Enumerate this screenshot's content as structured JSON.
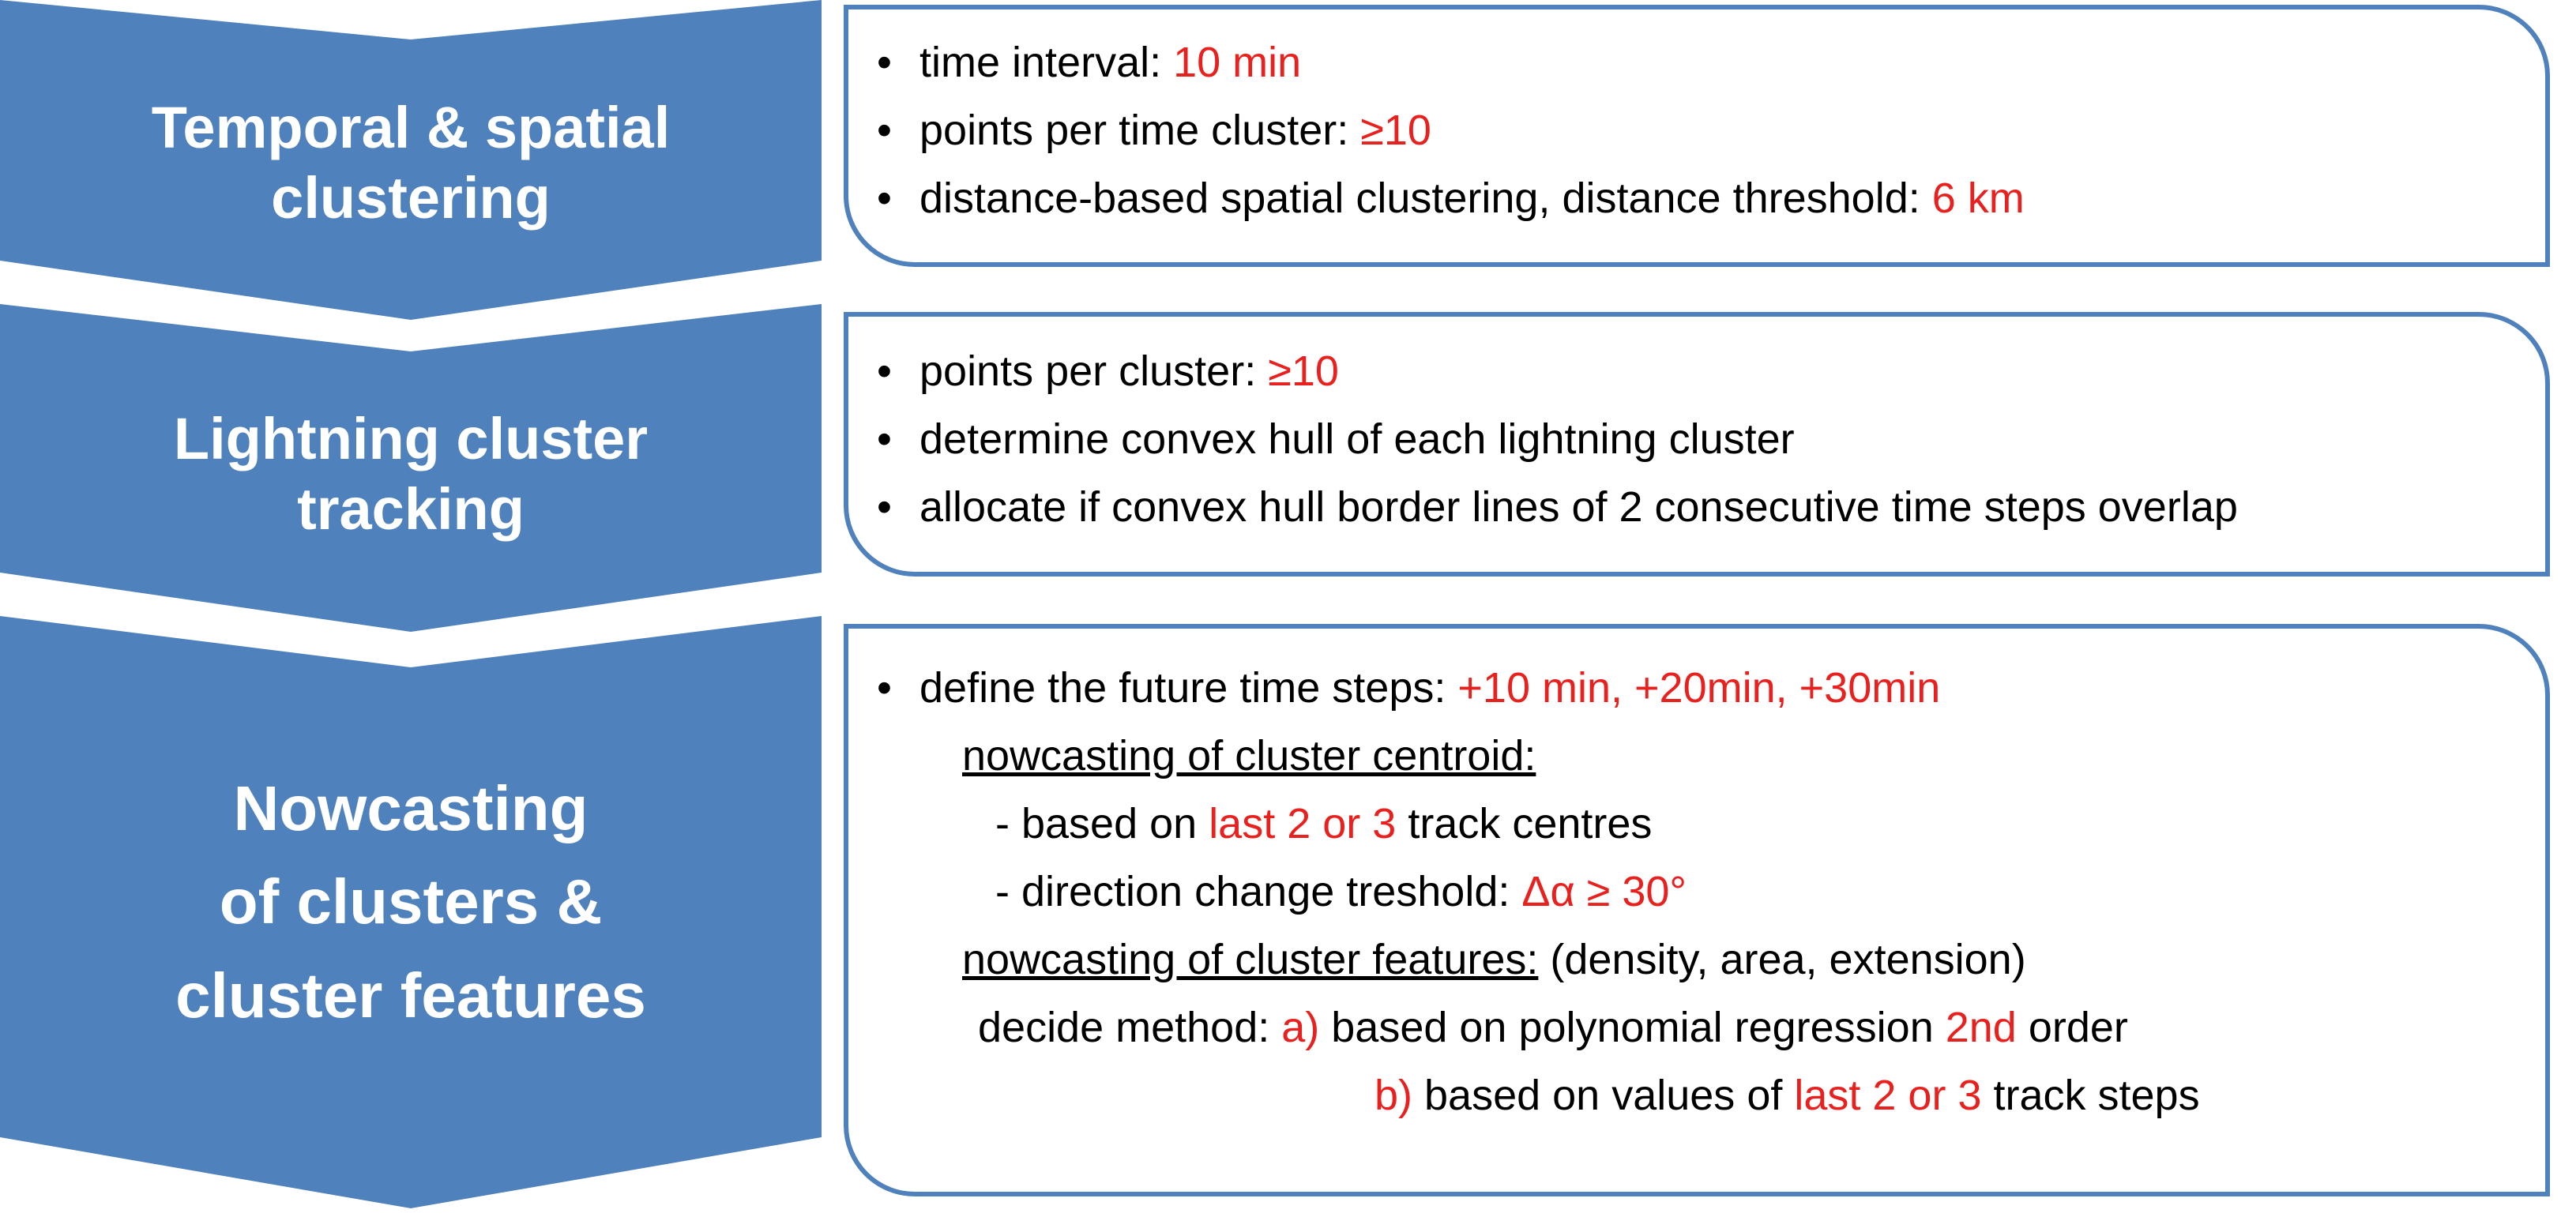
{
  "colors": {
    "chevron_fill": "#4f81bd",
    "box_border": "#4f81bd",
    "highlight": "#e8201e",
    "text": "#000000"
  },
  "steps": [
    {
      "title_lines": [
        "Temporal & spatial",
        "clustering"
      ],
      "bullets": [
        {
          "text": "time interval: ",
          "value": "10 min"
        },
        {
          "text": "points per time cluster: ",
          "value": "≥10"
        },
        {
          "text": "distance-based spatial clustering, distance threshold: ",
          "value": "6 km"
        }
      ]
    },
    {
      "title_lines": [
        "Lightning cluster",
        "tracking"
      ],
      "bullets": [
        {
          "text": "points per cluster: ",
          "value": "≥10"
        },
        {
          "text": "determine convex hull of each lightning cluster",
          "value": ""
        },
        {
          "text": "allocate if convex hull border lines of 2 consecutive time steps overlap",
          "value": ""
        }
      ]
    },
    {
      "title_lines": [
        "Nowcasting",
        "of clusters &",
        "cluster features"
      ],
      "bullet": {
        "text": "define the future time steps:  ",
        "value": "+10 min, +20min, +30min"
      },
      "centroid_heading": "nowcasting of cluster centroid:",
      "centroid_items": [
        {
          "prefix": "- based on ",
          "value": "last 2 or 3",
          "suffix": " track centres"
        },
        {
          "prefix": "- direction change treshold: ",
          "value": "Δα ≥ 30°",
          "suffix": ""
        }
      ],
      "features_heading": "nowcasting of cluster features:",
      "features_note": " (density, area, extension)",
      "method_label": "decide method:  ",
      "methods": [
        {
          "letter": "a)",
          "prefix": " based on polynomial regression ",
          "value": "2nd",
          "suffix": " order"
        },
        {
          "letter": "b)",
          "prefix": " based on values of ",
          "value": "last 2 or 3",
          "suffix": " track steps"
        }
      ]
    }
  ]
}
